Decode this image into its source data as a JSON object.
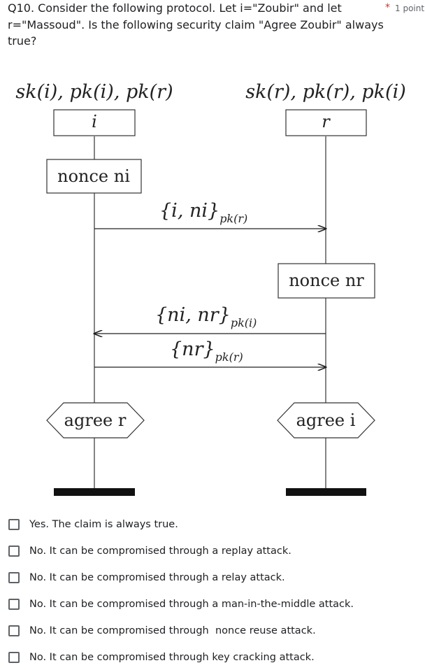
{
  "question": {
    "text": "Q10. Consider the following protocol. Let i=\"Zoubir\" and let r=\"Massoud\". Is the following security claim \"Agree Zoubir\" always true?",
    "required_marker": "*",
    "points": "1 point"
  },
  "diagram": {
    "left_keys": "sk(i), pk(i), pk(r)",
    "right_keys": "sk(r), pk(r), pk(i)",
    "left_role": "i",
    "right_role": "r",
    "left_nonce": "nonce ni",
    "right_nonce": "nonce nr",
    "msg1": "{i, ni}",
    "msg1_sub": "pk(r)",
    "msg2": "{ni, nr}",
    "msg2_sub": "pk(i)",
    "msg3": "{nr}",
    "msg3_sub": "pk(r)",
    "left_claim": "agree r",
    "right_claim": "agree i"
  },
  "options": [
    {
      "label": "Yes. The claim is always true.",
      "checked": false
    },
    {
      "label": "No. It can be compromised through a replay attack.",
      "checked": false
    },
    {
      "label": "No. It can be compromised through a relay attack.",
      "checked": false
    },
    {
      "label": "No. It can be compromised through a man-in-the-middle attack.",
      "checked": false
    },
    {
      "label": "No. It can be compromised through  nonce reuse attack.",
      "checked": false
    },
    {
      "label": "No. It can be compromised through key cracking attack.",
      "checked": false
    }
  ]
}
